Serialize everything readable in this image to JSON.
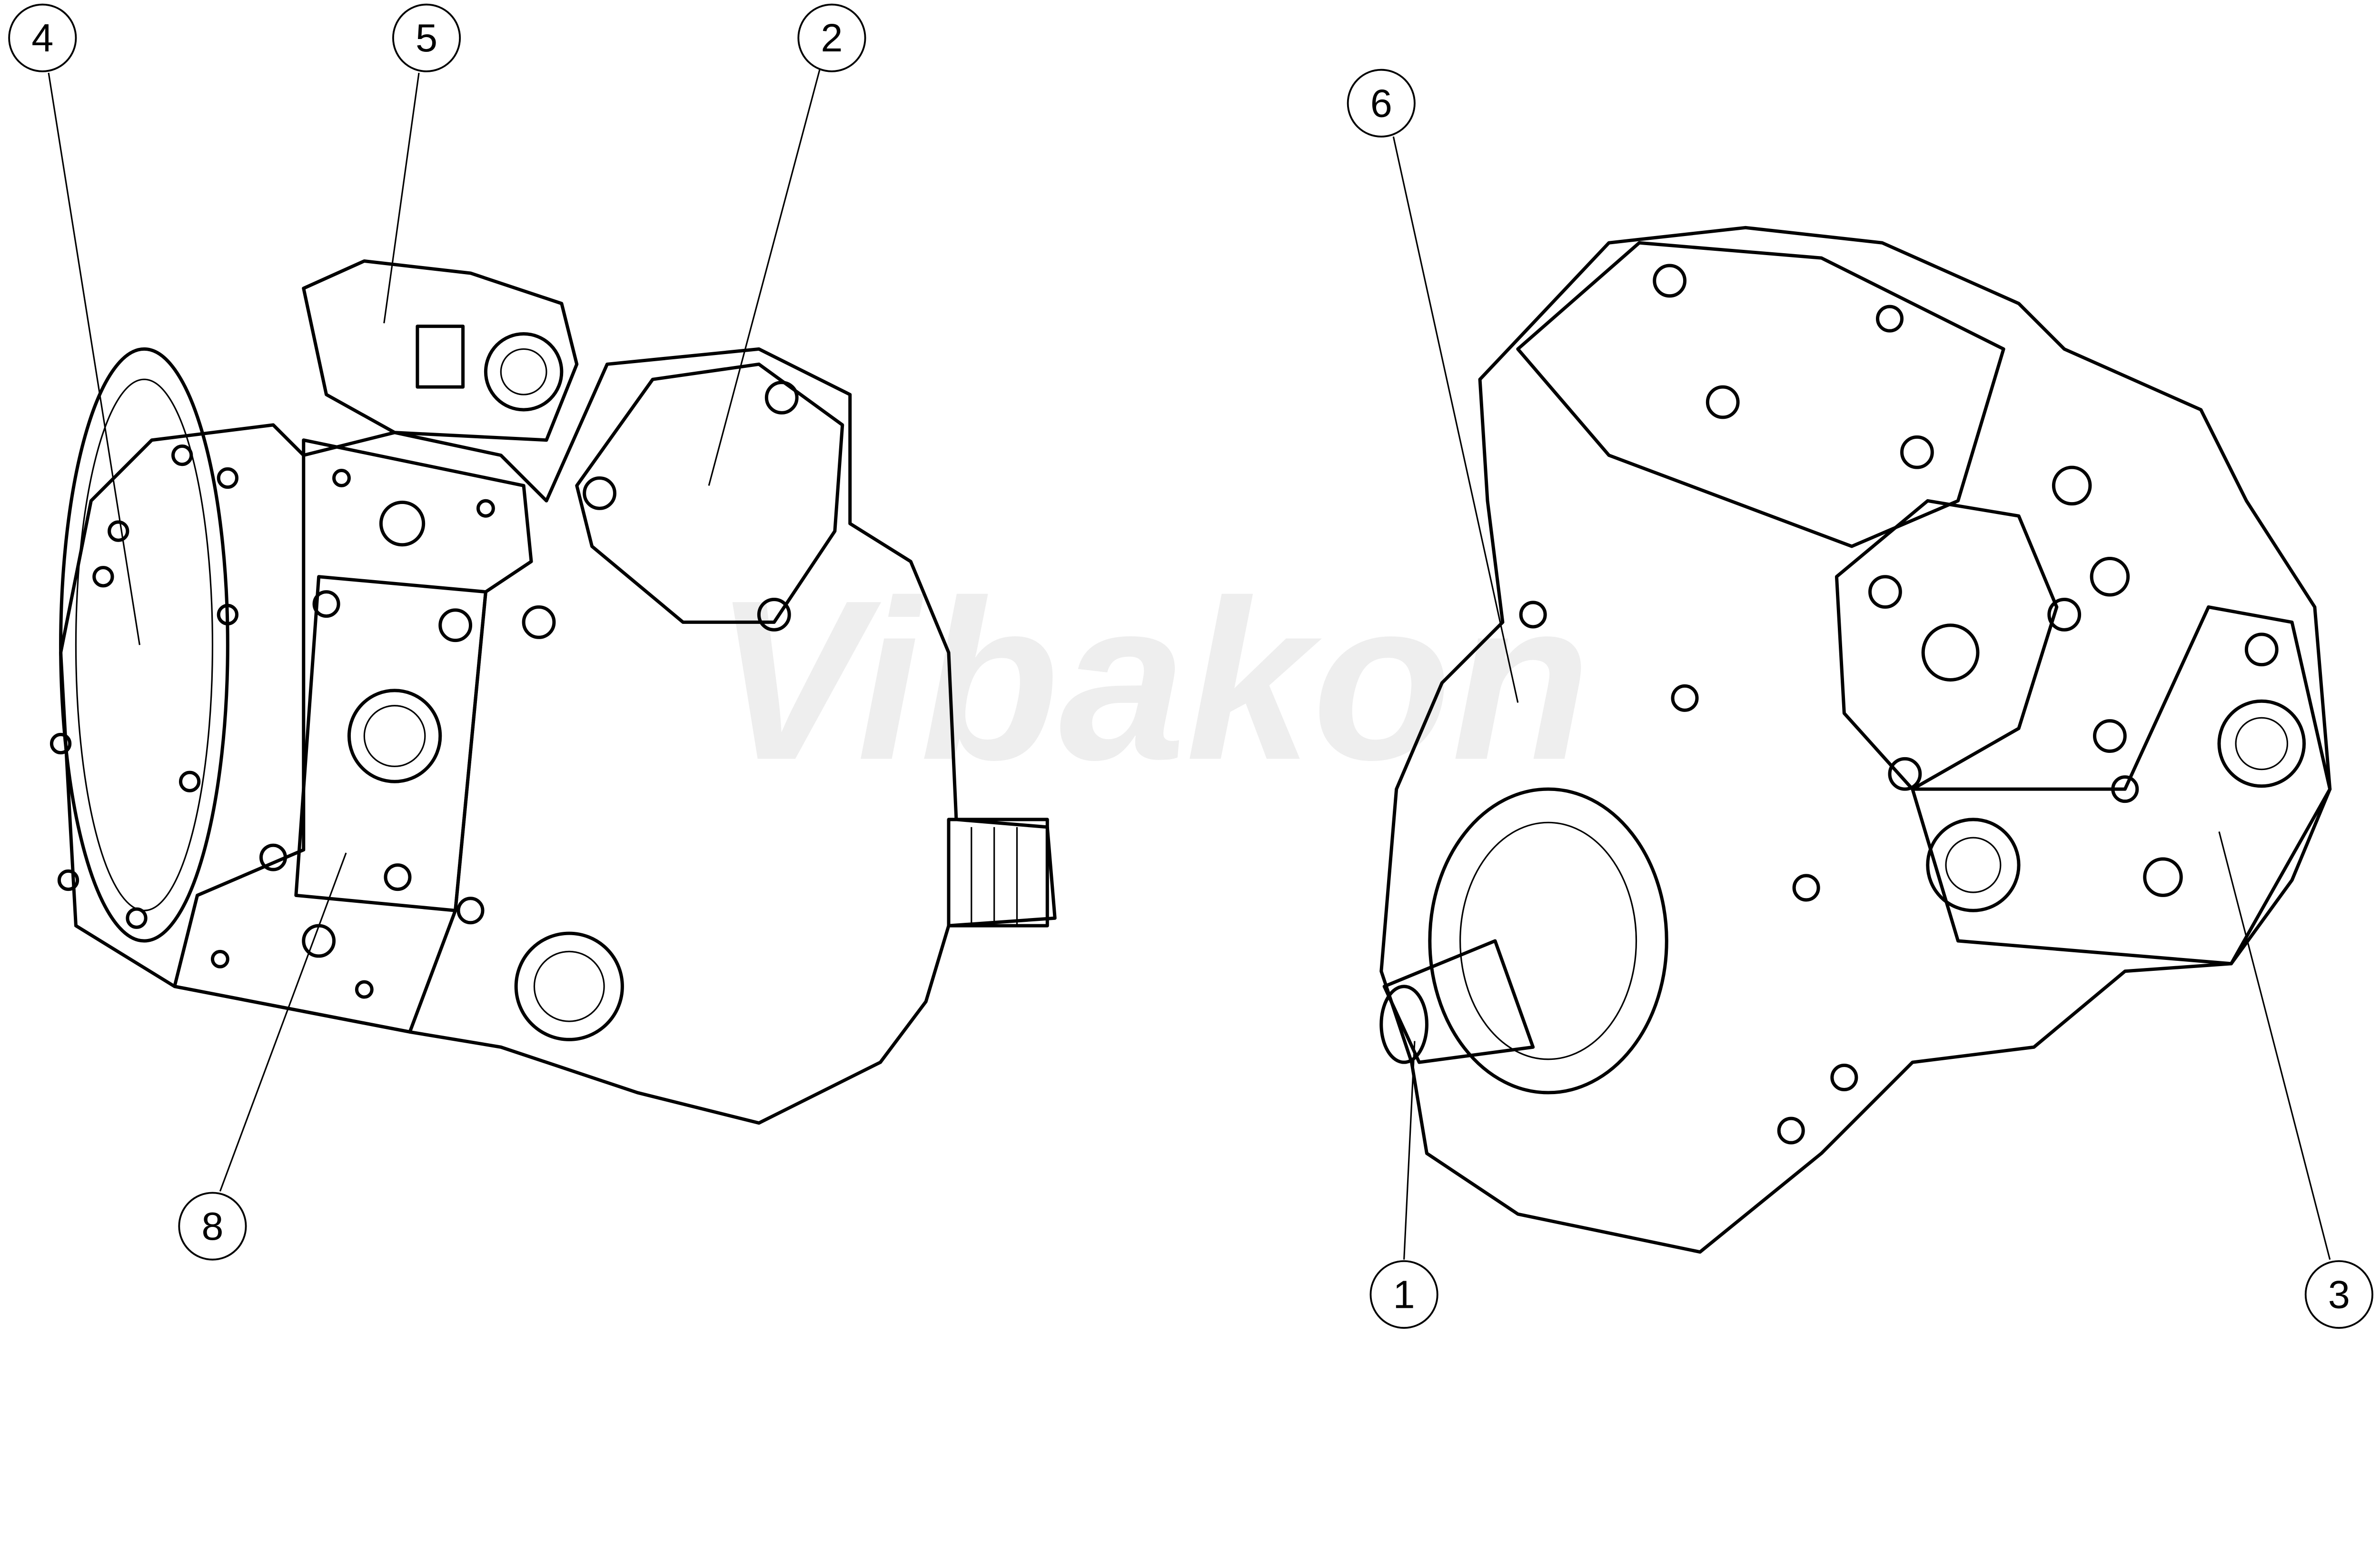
{
  "watermark": "Vibakon",
  "callouts": [
    {
      "id": "4",
      "label": "4"
    },
    {
      "id": "5",
      "label": "5"
    },
    {
      "id": "2",
      "label": "2"
    },
    {
      "id": "6",
      "label": "6"
    },
    {
      "id": "8",
      "label": "8"
    },
    {
      "id": "1",
      "label": "1"
    },
    {
      "id": "3",
      "label": "3"
    }
  ]
}
